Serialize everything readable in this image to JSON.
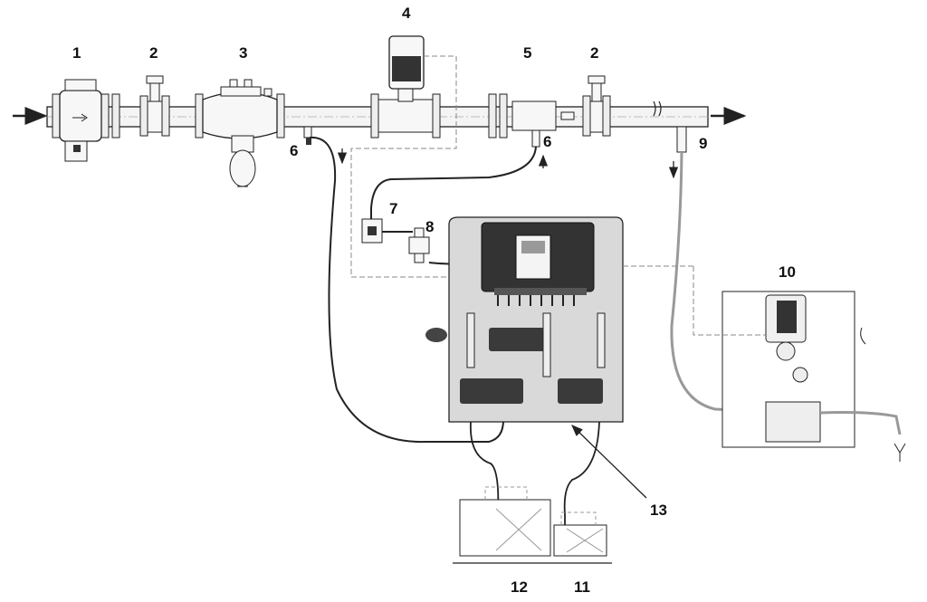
{
  "labels": {
    "l1": "1",
    "l2a": "2",
    "l3": "3",
    "l4": "4",
    "l5": "5",
    "l2b": "2",
    "l6a": "6",
    "l6b": "6",
    "l7": "7",
    "l8": "8",
    "l9": "9",
    "l10": "10",
    "l11": "11",
    "l12": "12",
    "l13": "13"
  },
  "colors": {
    "line": "#222222",
    "pipe_fill": "#f4f4f4",
    "panel": "#d9d9d9",
    "controller": "#333333",
    "pump": "#3a3a3a",
    "dashed": "#888888"
  }
}
